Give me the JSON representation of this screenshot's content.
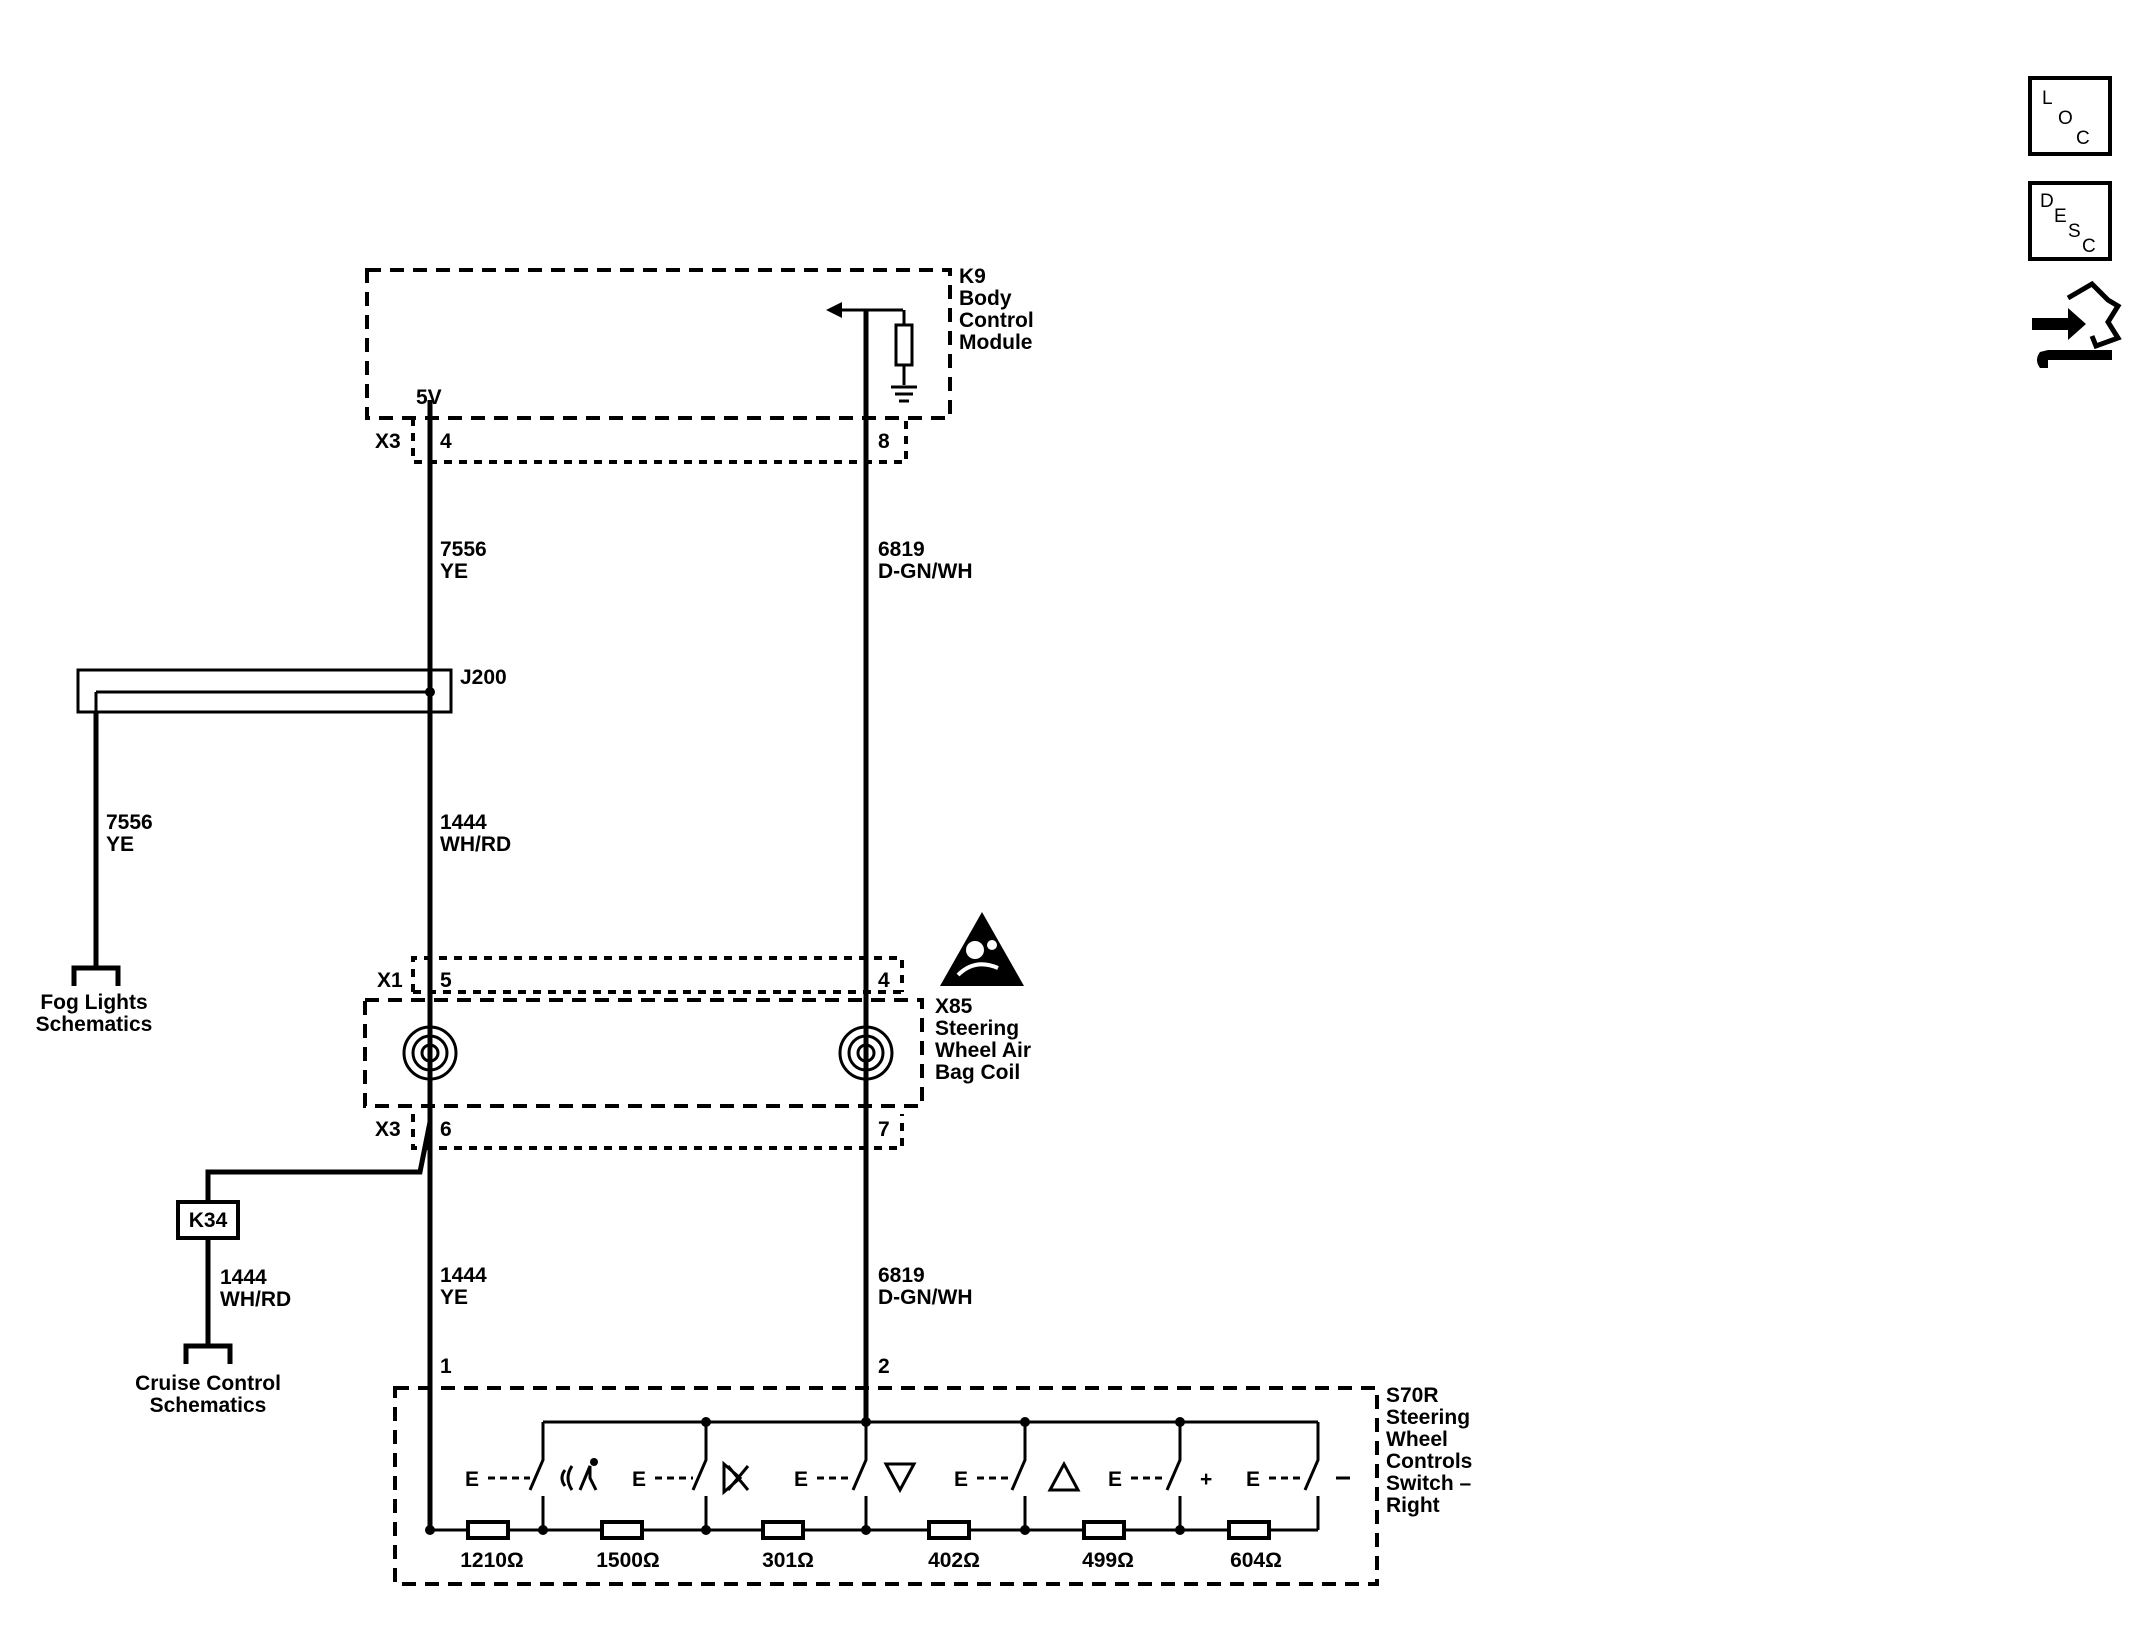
{
  "modules": {
    "bcm": {
      "id": "K9",
      "line1": "Body",
      "line2": "Control",
      "line3": "Module",
      "voltage": "5V"
    },
    "coil": {
      "id": "X85",
      "line1": "Steering",
      "line2": "Wheel Air",
      "line3": "Bag Coil"
    },
    "switch": {
      "id": "S70R",
      "line1": "Steering",
      "line2": "Wheel",
      "line3": "Controls",
      "line4": "Switch –",
      "line5": "Right"
    },
    "splice": {
      "id": "J200"
    },
    "cruise_module": {
      "id": "K34"
    }
  },
  "connectors": {
    "bcm_conn": "X3",
    "bcm_pin_a": "4",
    "bcm_pin_b": "8",
    "coil_in": "X1",
    "coil_in_a": "5",
    "coil_in_b": "4",
    "coil_out": "X3",
    "coil_out_a": "6",
    "coil_out_b": "7",
    "switch_pin_a": "1",
    "switch_pin_b": "2"
  },
  "wires": {
    "w1_num": "7556",
    "w1_color": "YE",
    "w2_num": "6819",
    "w2_color": "D-GN/WH",
    "w3_num": "7556",
    "w3_color": "YE",
    "w4_num": "1444",
    "w4_color": "WH/RD",
    "w5_num": "1444",
    "w5_color": "YE",
    "w6_num": "6819",
    "w6_color": "D-GN/WH",
    "w7_num": "1444",
    "w7_color": "WH/RD"
  },
  "references": {
    "fog_line1": "Fog Lights",
    "fog_line2": "Schematics",
    "cruise_line1": "Cruise Control",
    "cruise_line2": "Schematics"
  },
  "resistors": [
    "1210Ω",
    "1500Ω",
    "301Ω",
    "402Ω",
    "499Ω",
    "604Ω"
  ],
  "switch_symbols": {
    "e": "E",
    "plus": "+"
  },
  "side_icons": {
    "loc": {
      "l": "L",
      "o": "O",
      "c": "C"
    },
    "desc": {
      "d": "D",
      "e": "E",
      "s": "S",
      "c": "C"
    }
  }
}
